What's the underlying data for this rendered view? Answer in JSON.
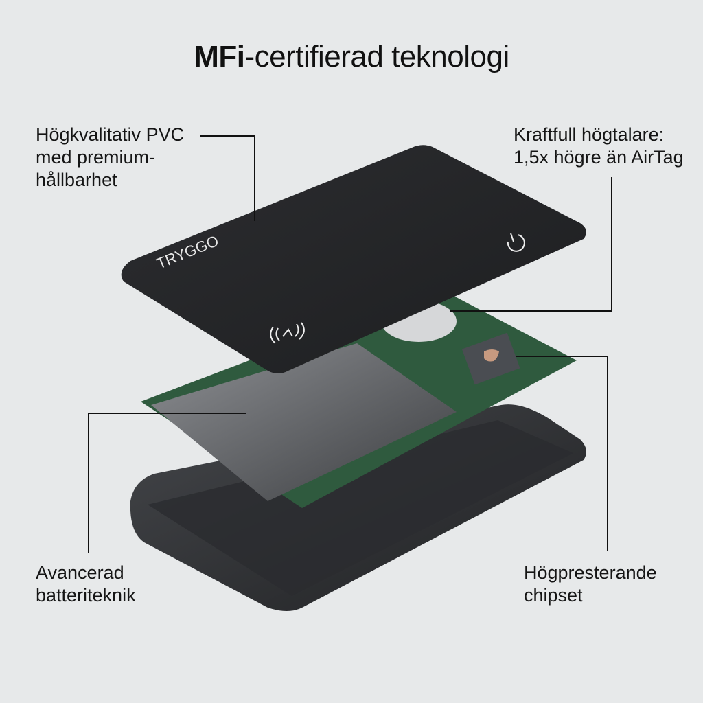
{
  "title": {
    "bold": "MFi",
    "rest": "-certifierad teknologi"
  },
  "card": {
    "brand": "TRYGGO",
    "icons": [
      "power-icon",
      "nfc-wireless-icon"
    ]
  },
  "callouts": {
    "pvc": {
      "line1": "Högkvalitativ PVC",
      "line2": "med premium-",
      "line3": "hållbarhet"
    },
    "speaker": {
      "line1": "Kraftfull högtalare:",
      "line2": "1,5x högre än AirTag"
    },
    "battery": {
      "line1": "Avancerad",
      "line2": "batteriteknik"
    },
    "chipset": {
      "line1": "Högpresterande",
      "line2": "chipset"
    }
  },
  "colors": {
    "background": "#e7e9ea",
    "card": "#2a2b2d",
    "pcb": "#2f5a3e",
    "tray": "#3a3c40"
  }
}
